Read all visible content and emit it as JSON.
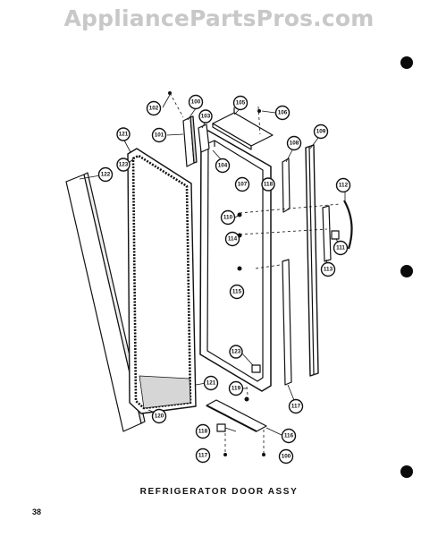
{
  "watermark": "AppliancePartsPros.com",
  "caption": "REFRIGERATOR DOOR ASSY",
  "page_number": "38",
  "part_numbers": [
    "102",
    "101",
    "100",
    "103",
    "105",
    "106",
    "104",
    "107",
    "108",
    "109",
    "110",
    "114",
    "115",
    "123",
    "112",
    "111",
    "113",
    "117",
    "118",
    "116",
    "119",
    "120",
    "121",
    "122"
  ]
}
